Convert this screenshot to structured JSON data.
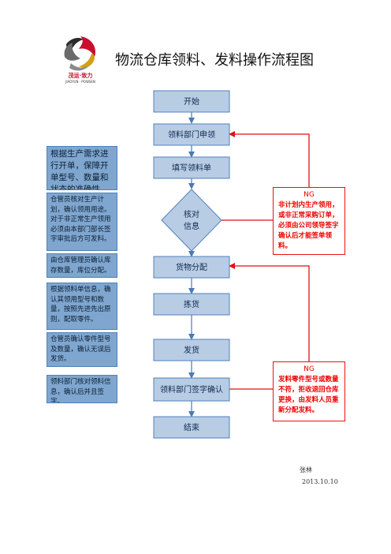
{
  "header": {
    "title": "物流仓库领料、发料操作流程图",
    "logo": {
      "text": "茂运·致力",
      "subtext": "JIAOYUN · POWSEN",
      "colors": [
        "#c8102e",
        "#2a2a2a",
        "#d4a017"
      ]
    }
  },
  "flow": {
    "start": "开始",
    "apply": "领料部门申领",
    "fill_form": "填写领料单",
    "verify": [
      "核对",
      "信息"
    ],
    "allocate": "货物分配",
    "pick": "拣货",
    "ship": "发货",
    "confirm": "领料部门签字确认",
    "end": "结束"
  },
  "notes": {
    "fill_form": "根据生产需求进行开单，保障开单型号、数量和状态的准确性。",
    "verify": "仓管员核对生产计划，确认领用用途。对于非正常生产领用必须由本部门部长签字审批后方可发料。",
    "allocate": "由仓库管理员确认库存数量，库位分配。",
    "pick": "根据领料单信息，确认其领用型号和数量，按照先进先出原则，配取零件。",
    "ship": "仓管员确认零件型号及数量，确认无误后发货。",
    "confirm": "领料部门核对领料信息，确认后并且签字。"
  },
  "ng_boxes": [
    {
      "title": "NG",
      "text": "非计划内生产领用，或非正常采购订单，必须由公司领导签字确认后才能签单领料。"
    },
    {
      "title": "NG",
      "text": "发料零件型号或数量不符，拒收退回仓库更换，由发料人员重新分配发料。"
    }
  ],
  "footer": {
    "author": "张林",
    "date": "2013.10.10"
  },
  "colors": {
    "box_fill": "#b8cce4",
    "box_border": "#4f81bd",
    "note_fill": "#7fa6cf",
    "ng_line": "#e11111",
    "arrow": "#4a7ab5"
  }
}
